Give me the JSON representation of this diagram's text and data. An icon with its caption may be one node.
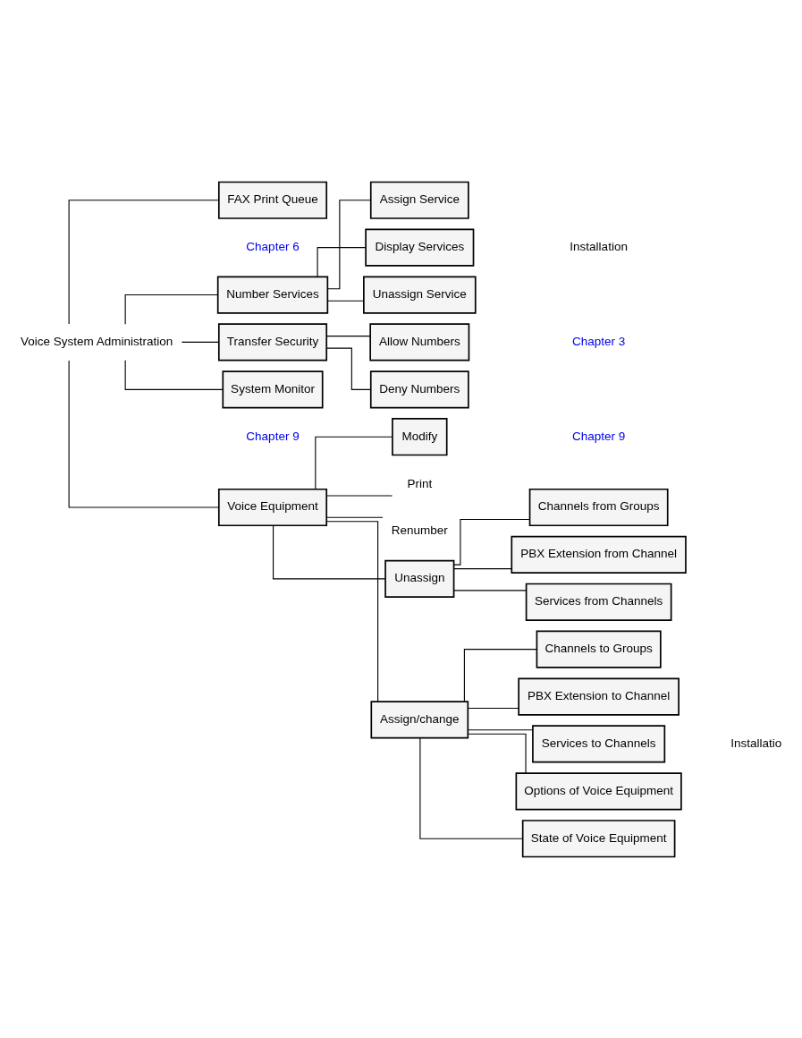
{
  "diagram": {
    "nodes": [
      {
        "text": [
          "Voice System Administration"
        ]
      },
      {
        "text": [
          "FAX Print Queue"
        ],
        "beside": [
          "Chapter 6"
        ]
      },
      {
        "text": [
          "Number Services"
        ]
      },
      {
        "text": [
          "Assign Service"
        ]
      },
      {
        "text": [
          "Display Services"
        ]
      },
      {
        "text": [
          "Unassign Service"
        ]
      },
      {
        "text": [
          "Transfer Security"
        ]
      },
      {
        "text": [
          "Allow Numbers"
        ]
      },
      {
        "text": [
          "Deny Numbers"
        ]
      },
      {
        "text": [
          "System Monitor"
        ],
        "beside": [
          "Chapter 9"
        ]
      },
      {
        "text": [
          "Voice Equipment"
        ]
      },
      {
        "text": [
          "Modify"
        ]
      },
      {
        "text": [
          "Print"
        ]
      },
      {
        "text": [
          "Renumber"
        ]
      },
      {
        "text": [
          "Unassign"
        ]
      },
      {
        "text": [
          "Assign/change"
        ]
      },
      {
        "text": [
          "Channels from Groups"
        ]
      },
      {
        "text": [
          "PBX Extension from Channel"
        ]
      },
      {
        "text": [
          "Services from Channels"
        ]
      },
      {
        "text": [
          "Channels to Groups"
        ]
      },
      {
        "text": [
          "PBX Extension to Channel"
        ]
      },
      {
        "text": [
          "Services to Channels"
        ]
      },
      {
        "text": [
          "Options of Voice Equipment"
        ]
      },
      {
        "text": [
          "State of Voice Equipment"
        ]
      }
    ],
    "edges": [
      {
        "from": 0,
        "to": 1,
        "arrow": "none"
      },
      {
        "from": 0,
        "to": 2,
        "arrow": "none"
      },
      {
        "from": 2,
        "to": 3,
        "arrow": "none"
      },
      {
        "from": 2,
        "to": 4,
        "arrow": "none"
      },
      {
        "from": 2,
        "to": 5,
        "arrow": "none"
      },
      {
        "from": 0,
        "to": 6,
        "arrow": "none"
      },
      {
        "from": 6,
        "to": 7,
        "arrow": "none"
      },
      {
        "from": 6,
        "to": 8,
        "arrow": "none"
      },
      {
        "from": 0,
        "to": 9,
        "arrow": "none"
      },
      {
        "from": 0,
        "to": 10,
        "arrow": "none"
      },
      {
        "from": 10,
        "to": 11,
        "arrow": "none"
      },
      {
        "from": 10,
        "to": 12,
        "arrow": "none"
      },
      {
        "from": 10,
        "to": 13,
        "arrow": "none"
      },
      {
        "from": 10,
        "to": 14,
        "arrow": "none"
      },
      {
        "from": 10,
        "to": 15,
        "arrow": "none"
      },
      {
        "from": 14,
        "to": 16,
        "arrow": "none"
      },
      {
        "from": 14,
        "to": 17,
        "arrow": "none"
      },
      {
        "from": 14,
        "to": 18,
        "arrow": "none"
      },
      {
        "from": 15,
        "to": 19,
        "arrow": "none"
      },
      {
        "from": 15,
        "to": 20,
        "arrow": "none"
      },
      {
        "from": 15,
        "to": 21,
        "arrow": "none"
      },
      {
        "from": 15,
        "to": 22,
        "arrow": "none"
      },
      {
        "from": 15,
        "to": 23,
        "arrow": "none"
      }
    ],
    "labels": [
      "Installation",
      "Chapter 3",
      "Chapter 9",
      "Installatio"
    ]
  }
}
